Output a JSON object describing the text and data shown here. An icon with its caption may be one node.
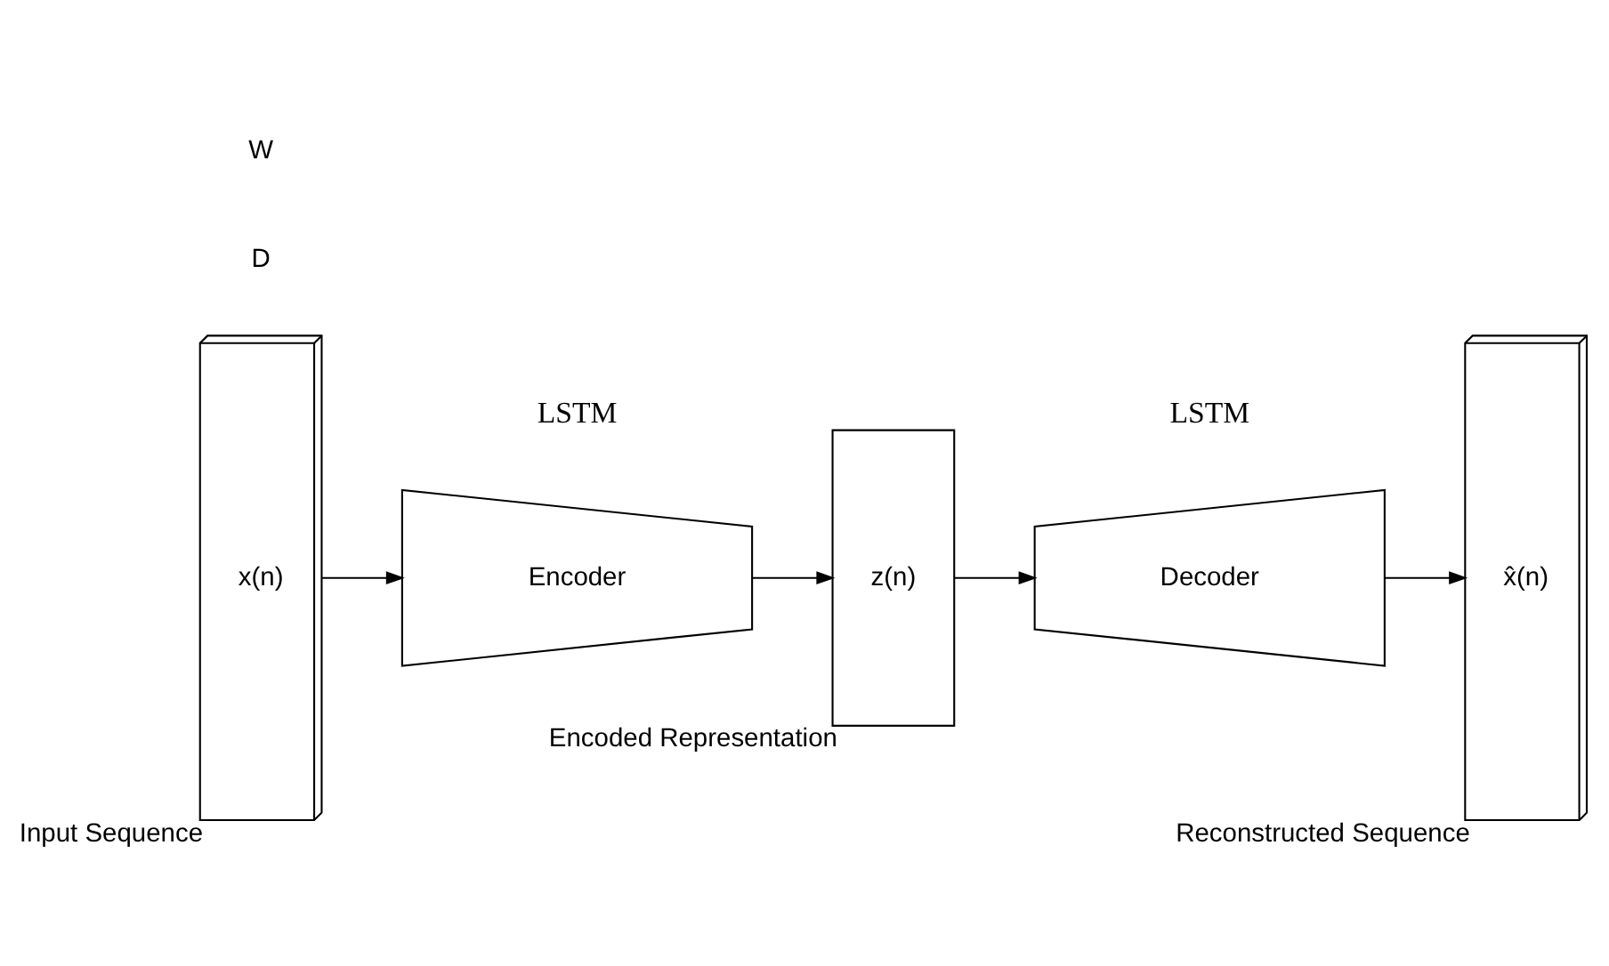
{
  "diagram": {
    "nodes": [
      {
        "text": [
          "x(n)"
        ],
        "beside": [
          "Input Sequence"
        ]
      },
      {
        "text": [
          "Encoder"
        ]
      },
      {
        "text": [
          "z(n)"
        ],
        "beside": [
          "Encoded Representation"
        ]
      },
      {
        "text": [
          "Decoder"
        ]
      },
      {
        "text": [
          "x̂(n)"
        ],
        "beside": [
          "Reconstructed Sequence"
        ]
      }
    ],
    "edges": [
      {
        "from": 0,
        "to": 1,
        "arrow": "to"
      },
      {
        "from": 1,
        "to": 2,
        "arrow": "to"
      },
      {
        "from": 2,
        "to": 3,
        "arrow": "to"
      },
      {
        "from": 3,
        "to": 4,
        "arrow": "to"
      }
    ],
    "labels": [
      "D",
      "LSTM",
      "LSTM",
      "W"
    ]
  }
}
